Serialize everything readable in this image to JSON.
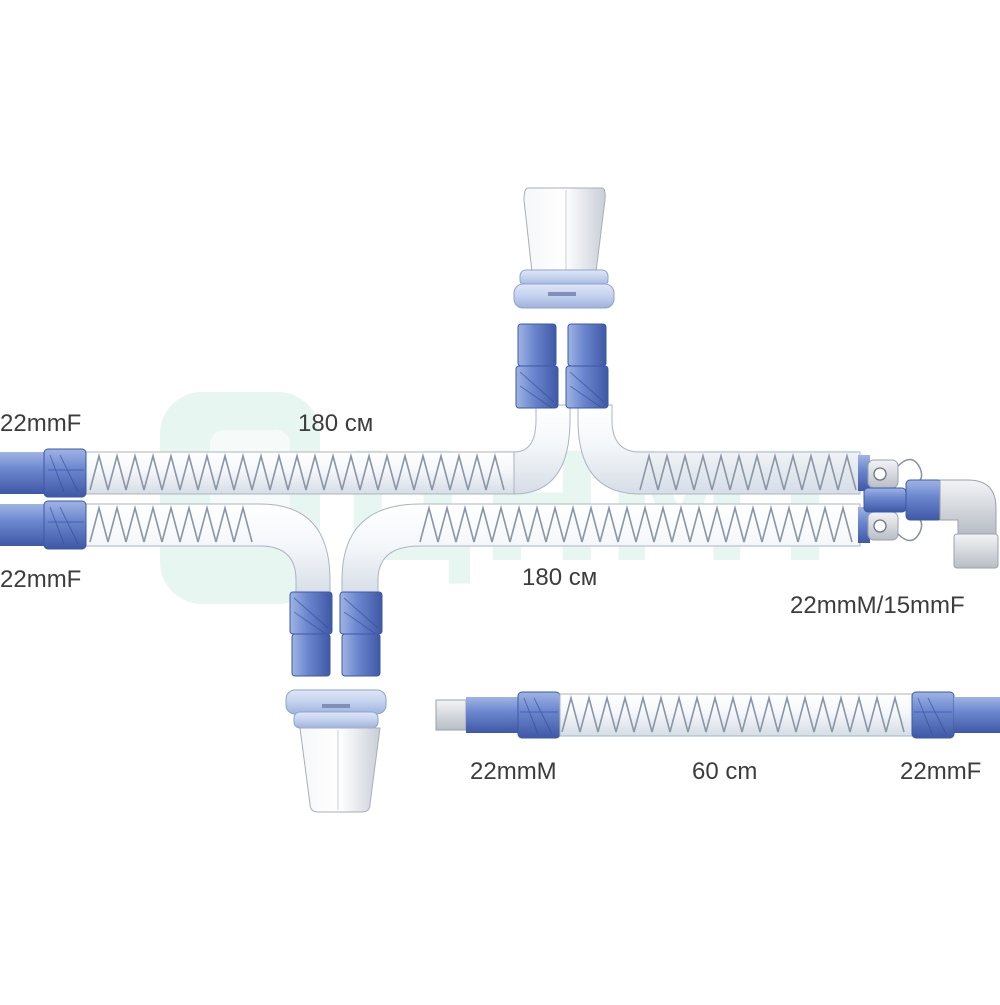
{
  "labels": {
    "top_left_connector": "22mmF",
    "bottom_left_connector": "22mmF",
    "top_tube_length": "180 см",
    "bottom_tube_length": "180 см",
    "wye_connector": "22mmM/15mmF",
    "short_tube_male": "22mmM",
    "short_tube_length": "60 cm",
    "short_tube_female": "22mmF"
  },
  "watermark": {
    "text": "ЦНМТ"
  },
  "colors": {
    "cuff_blue": "#5b78c2",
    "cuff_blue_light": "#9db2e2",
    "tube_fill": "#eef2f6",
    "spring": "#8a96a4",
    "cup_fill": "#eaecef",
    "watermark": "#d7efe6"
  },
  "icons": [
    "water-trap-cup",
    "wye-connector",
    "elbow-connector"
  ]
}
